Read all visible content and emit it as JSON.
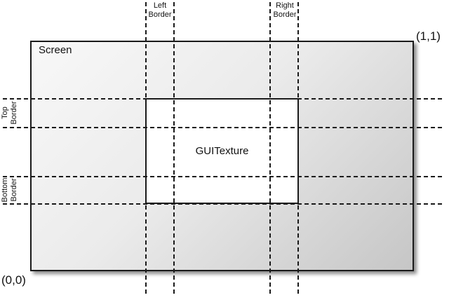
{
  "diagram": {
    "screen_label": "Screen",
    "texture_label": "GUITexture",
    "coord_top_right": "(1,1)",
    "coord_bottom_left": "(0,0)",
    "border_labels": {
      "left": "Left\nBorder",
      "right": "Right\nBorder",
      "top": "Top\nBorder",
      "bottom": "Bottom\nBorder"
    },
    "colors": {
      "line": "#1a1a1a",
      "screen_gradient_start": "#f8f8f8",
      "screen_gradient_end": "#c6c6c6",
      "texture_fill": "#ffffff",
      "background": "#ffffff"
    }
  }
}
